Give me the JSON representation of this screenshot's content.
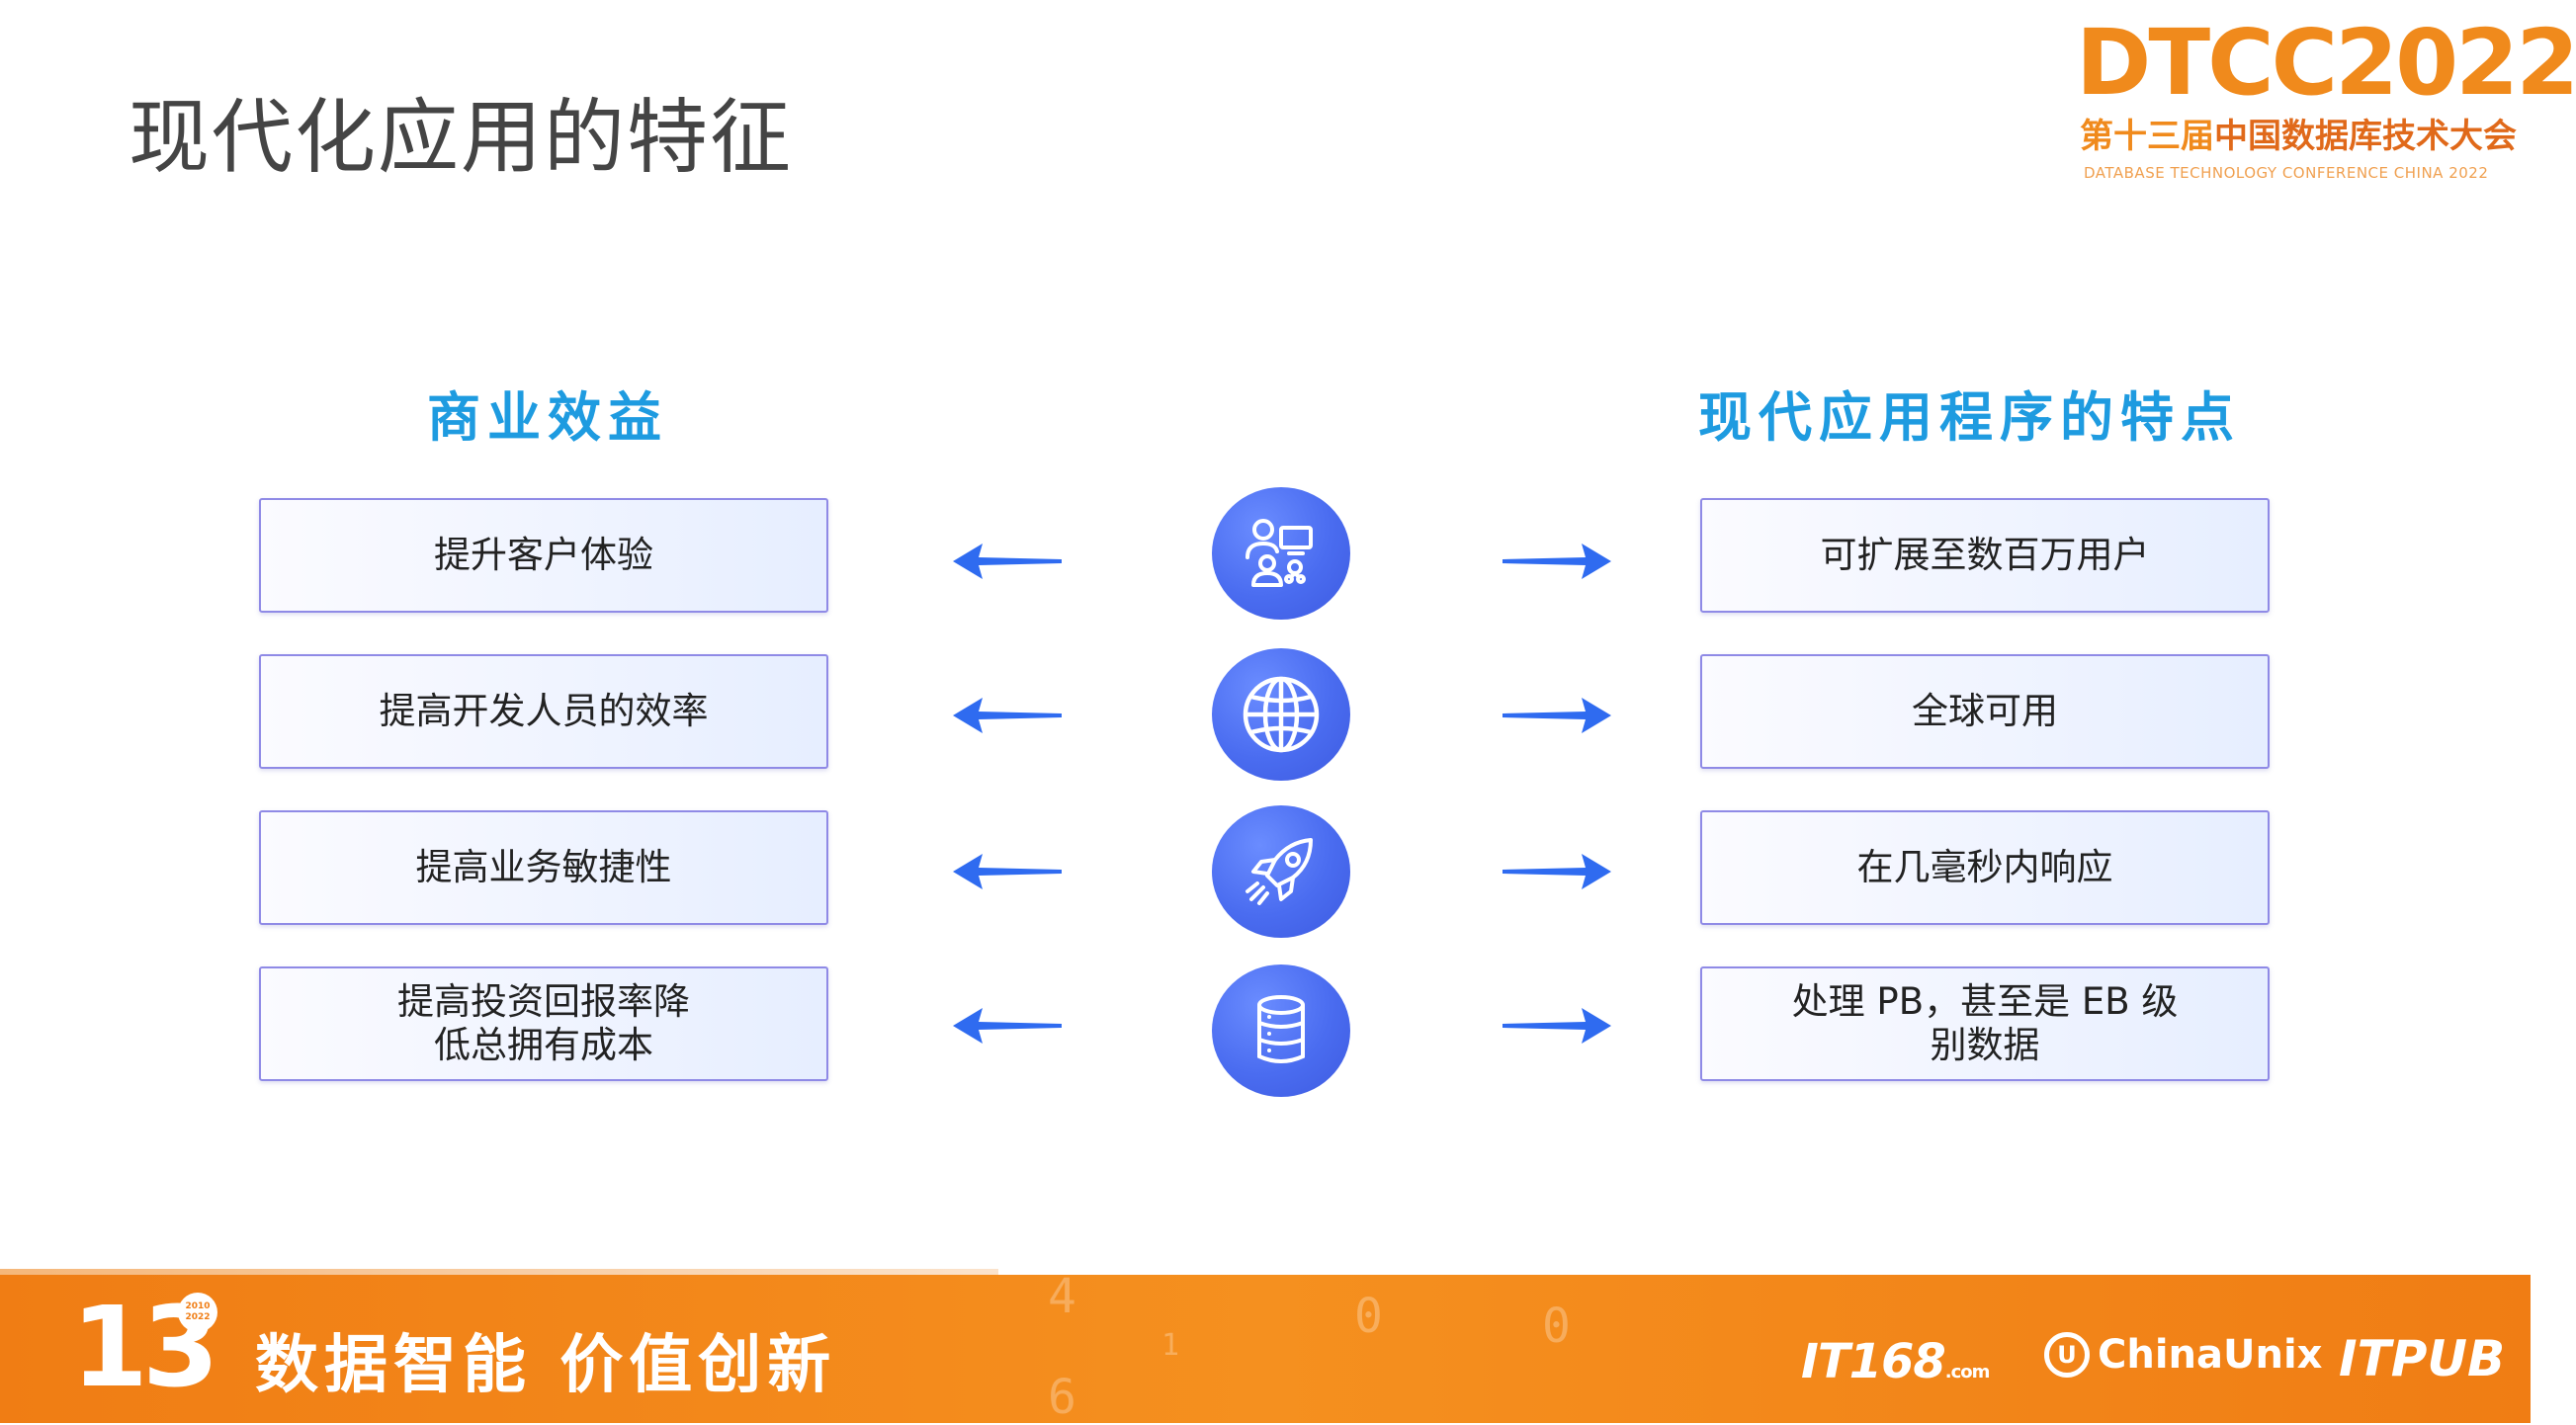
{
  "slide": {
    "title": "现代化应用的特征"
  },
  "conference": {
    "name_big": "DTCC2022",
    "name_cn_part1": "第十三届",
    "name_cn_part2": "中国数据库技术大会",
    "name_en": "DATABASE TECHNOLOGY CONFERENCE CHINA 2022"
  },
  "left_column": {
    "heading": "商业效益",
    "items": [
      {
        "text": "提升客户体验"
      },
      {
        "text": "提高开发人员的效率"
      },
      {
        "text": "提高业务敏捷性"
      },
      {
        "text": "提高投资回报率降低总拥有成本"
      }
    ]
  },
  "right_column": {
    "heading": "现代应用程序的特点",
    "items": [
      {
        "text": "可扩展至数百万用户"
      },
      {
        "text": "全球可用"
      },
      {
        "text": "在几毫秒内响应"
      },
      {
        "text": "处理 PB，甚至是 EB 级别数据"
      }
    ]
  },
  "center_icons": [
    "users-device-icon",
    "globe-icon",
    "rocket-icon",
    "database-icon"
  ],
  "colors": {
    "heading_blue": "#1e9be0",
    "arrow_blue": "#2f6bf0",
    "box_border": "#8f8ae6",
    "footer_orange": "#f07d14",
    "title_gray": "#444444"
  },
  "footer": {
    "anniversary": "13",
    "badge_line1": "2010",
    "badge_line2": "2022",
    "slogan": "数据智能 价值创新",
    "partners": {
      "it168": "IT168",
      "it168_suffix": ".com",
      "chinaunix": "ChinaUnix",
      "chinaunix_mark": "U",
      "itpub": "ITPUB"
    }
  }
}
